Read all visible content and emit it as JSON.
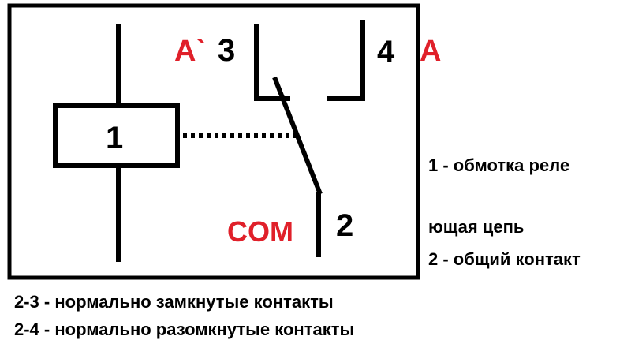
{
  "relay": {
    "coil_label": "1",
    "nc_terminal_label": "3",
    "no_terminal_label": "4",
    "common_terminal_label": "2",
    "nc_letter": "A`",
    "no_letter": "A",
    "common_letter": "COM"
  },
  "legend": {
    "line1": "1 - обмотка реле",
    "line2": "ющая цепь",
    "line3": "2 - общий контакт",
    "line4": "2-3 - нормально замкнутые контакты",
    "line5": "2-4 - нормально разомкнутые контакты"
  },
  "colors": {
    "stroke": "#000000",
    "accent": "#e0202a",
    "background": "#ffffff"
  }
}
